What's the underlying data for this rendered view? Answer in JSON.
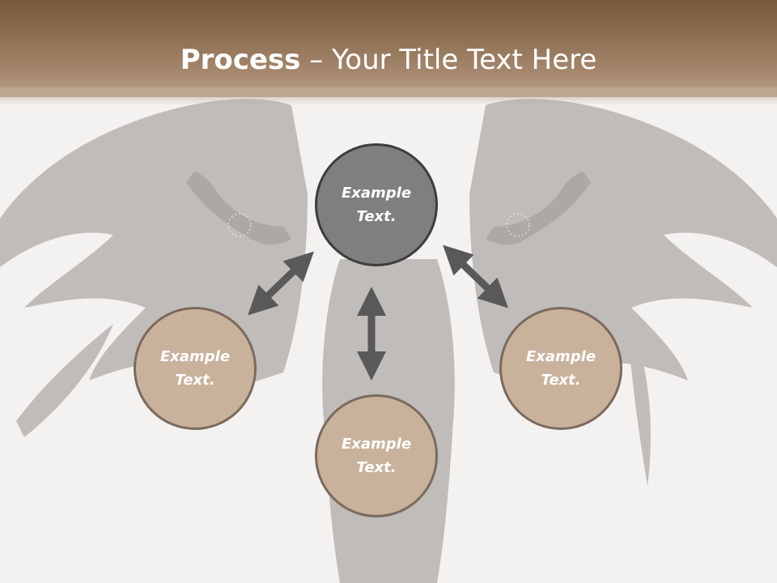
{
  "title": {
    "bold": "Process",
    "rest": " – Your Title Text Here"
  },
  "nodes": {
    "top": {
      "line1": "Example",
      "line2": "Text."
    },
    "left": {
      "line1": "Example",
      "line2": "Text."
    },
    "right": {
      "line1": "Example",
      "line2": "Text."
    },
    "bottom": {
      "line1": "Example",
      "line2": "Text."
    }
  },
  "colors": {
    "header": "#8f7154",
    "node_center": "#7f7f7f",
    "node_outer": "#c9b29c",
    "arrow": "#595959"
  }
}
